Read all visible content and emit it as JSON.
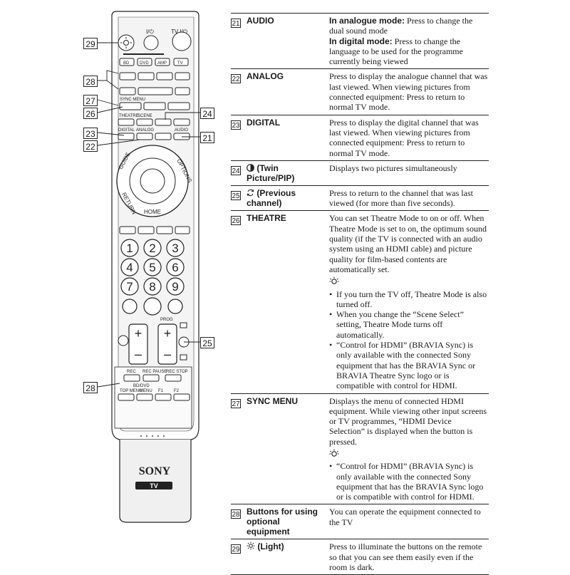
{
  "rows": [
    {
      "num": "21",
      "name": "AUDIO",
      "desc_parts": [
        {
          "bold": "In analogue mode:",
          "text": " Press to change the dual sound mode"
        },
        {
          "bold": "In digital mode:",
          "text": " Press to change the language to be used for the programme currently being viewed"
        }
      ]
    },
    {
      "num": "22",
      "name": "ANALOG",
      "desc": "Press to display the analogue channel that was last viewed. When viewing pictures from connected equipment: Press to return to normal TV mode."
    },
    {
      "num": "23",
      "name": "DIGITAL",
      "desc": "Press to display the digital channel that was last viewed. When viewing pictures from connected equipment: Press to return to normal TV mode."
    },
    {
      "num": "24",
      "name": "(Twin Picture/PIP)",
      "icon": "twin-picture-icon",
      "desc": "Displays two pictures simultaneously"
    },
    {
      "num": "25",
      "name": "(Previous channel)",
      "icon": "previous-channel-icon",
      "desc": "Press to return to the channel that was last viewed (for more than five seconds)."
    },
    {
      "num": "26",
      "name": "THEATRE",
      "desc": "You can set Theatre Mode to on or off. When Theatre Mode is set to on, the optimum sound quality (if the TV is connected with an audio system using an HDMI cable) and picture quality for film-based contents are automatically set.",
      "bullets": [
        "If you turn the TV off, Theatre Mode is also turned off.",
        "When you change the “Scene Select” setting, Theatre Mode turns off automatically.",
        "“Control for HDMI” (BRAVIA Sync) is only available with the connected Sony equipment that has the BRAVIA Sync or BRAVIA Theatre Sync logo or is compatible with control for HDMI."
      ]
    },
    {
      "num": "27",
      "name": "SYNC MENU",
      "desc": "Displays the menu of connected HDMI equipment. While viewing other input screens or TV programmes, “HDMI Device Selection” is displayed when the button is pressed.",
      "bullets": [
        "“Control for HDMI” (BRAVIA Sync) is only available with the connected Sony equipment that has the BRAVIA Sync logo or is compatible with control for HDMI."
      ]
    },
    {
      "num": "28",
      "name": "Buttons for using optional equipment",
      "desc": "You can operate the equipment connected to the TV"
    },
    {
      "num": "29",
      "name": "(Light)",
      "icon": "light-icon",
      "desc": "Press to illuminate the buttons on the remote so that you can see them easily even if the room is dark."
    }
  ],
  "remote": {
    "brand": "SONY",
    "model_badge": "TV",
    "top_labels": {
      "power": "I/⏻",
      "tv_power": "TV I/⏻"
    },
    "source_buttons": [
      "BD",
      "DVD",
      "AMP",
      "TV"
    ],
    "sync_menu": "SYNC MENU",
    "theatre": "THEATRE",
    "scene": "SCENE",
    "digital": "DIGITAL",
    "analog": "ANALOG",
    "audio": "AUDIO",
    "ring_labels": {
      "guide": "GUIDE",
      "options": "OPTIONS",
      "return": "RETURN",
      "home": "HOME"
    },
    "digits": [
      "1",
      "2",
      "3",
      "4",
      "5",
      "6",
      "7",
      "8",
      "9"
    ],
    "prog": "PROG",
    "rec_labels": [
      "REC",
      "REC PAUSE",
      "REC STOP"
    ],
    "bd_dvd": "BD/DVD",
    "bottom_labels": [
      "TOP MENU",
      "MENU",
      "F1",
      "F2"
    ],
    "callouts": [
      "29",
      "28",
      "27",
      "26",
      "24",
      "23",
      "21",
      "22",
      "25",
      "28"
    ]
  }
}
